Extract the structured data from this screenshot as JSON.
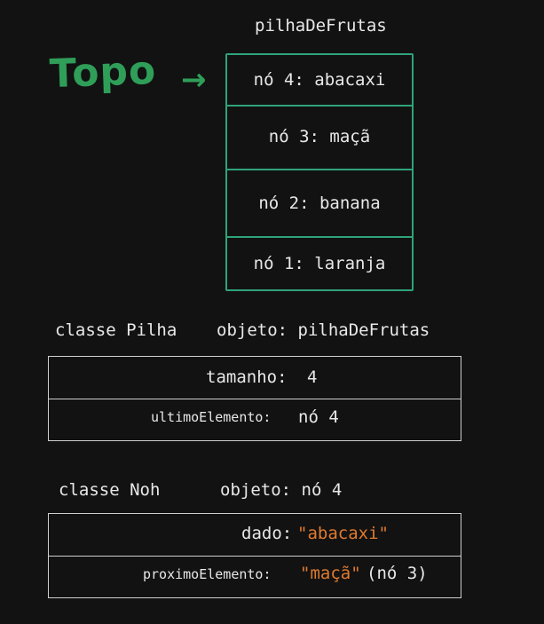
{
  "stack": {
    "title": "pilhaDeFrutas",
    "top_label": "Topo",
    "top_arrow": "→",
    "nodes": [
      {
        "label": "nó 4: abacaxi"
      },
      {
        "label": "nó 3: maçã"
      },
      {
        "label": "nó 2: banana"
      },
      {
        "label": "nó 1: laranja"
      }
    ]
  },
  "pilha": {
    "class_label": "classe Pilha",
    "object_label": "objeto: pilhaDeFrutas",
    "size_name": "tamanho:",
    "size_value": "4",
    "last_name": "ultimoElemento:",
    "last_value": "nó 4"
  },
  "noh": {
    "class_label": "classe Noh",
    "object_label": "objeto: nó 4",
    "data_name": "dado:",
    "data_value": "\"abacaxi\"",
    "next_name": "proximoElemento:",
    "next_value": "\"maçã\"",
    "next_suffix": " (nó 3)"
  },
  "colors": {
    "background": "#121212",
    "stack_border": "#2fa37a",
    "topo_green": "#2f9e58",
    "string_orange": "#e07a2f",
    "text": "#e8e8e8",
    "box_border": "#cfcfcf"
  }
}
